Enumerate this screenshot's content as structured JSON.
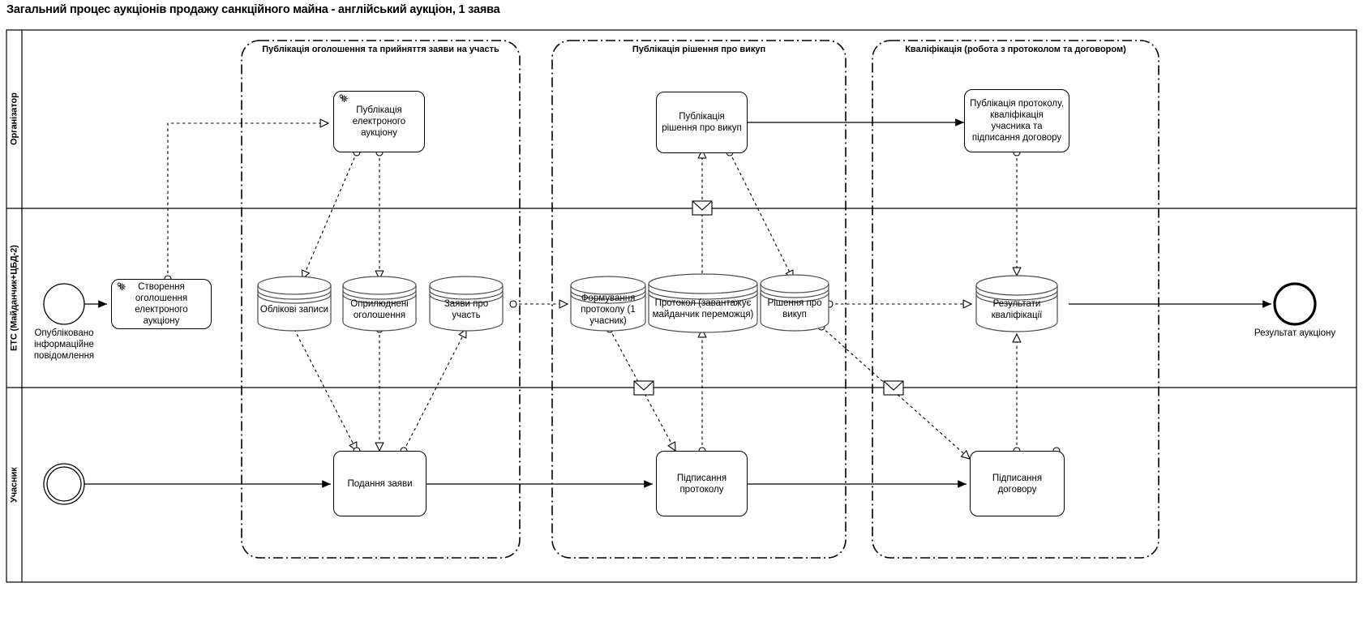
{
  "title": "Загальний процес аукціонів продажу санкційного майна - англійський аукціон, 1 заява",
  "lanes": [
    {
      "id": "organizer",
      "label": "Організатор"
    },
    {
      "id": "ets",
      "label": "ЕТС (Майданчик+ЦБД-2)"
    },
    {
      "id": "participant",
      "label": "Учасник"
    }
  ],
  "groups": [
    {
      "id": "g1",
      "title": "Публікація оголошення та прийняття заяви на участь"
    },
    {
      "id": "g2",
      "title": "Публікація рішення про викуп"
    },
    {
      "id": "g3",
      "title": "Кваліфікація (робота з протоколом та договором)"
    }
  ],
  "events": [
    {
      "id": "start-ets",
      "type": "start-event",
      "label": "Опубліковано інформаційне повідомлення"
    },
    {
      "id": "start-participant",
      "type": "intermediate-start-event",
      "label": ""
    },
    {
      "id": "end-auction",
      "type": "end-event",
      "label": "Результат аукціону"
    }
  ],
  "tasks": [
    {
      "id": "t-publish-auction",
      "lane": "organizer",
      "label": "Публікація електроного аукціону",
      "icon": "gear-icon"
    },
    {
      "id": "t-publish-decision",
      "lane": "organizer",
      "label": "Публікація рішення про викуп",
      "icon": ""
    },
    {
      "id": "t-publish-protocol",
      "lane": "organizer",
      "label": "Публікація протоколу, кваліфікація учасника та підписання договору",
      "icon": ""
    },
    {
      "id": "t-create-announcement",
      "lane": "ets",
      "label": "Створення оголошення електроного аукціону",
      "icon": "gear-icon"
    },
    {
      "id": "t-submit-application",
      "lane": "participant",
      "label": "Подання заяви",
      "icon": ""
    },
    {
      "id": "t-sign-protocol",
      "lane": "participant",
      "label": "Підписання протоколу",
      "icon": ""
    },
    {
      "id": "t-sign-contract",
      "lane": "participant",
      "label": "Підписання договору",
      "icon": ""
    }
  ],
  "data_stores": [
    {
      "id": "ds-accounts",
      "label": "Облікові записи"
    },
    {
      "id": "ds-published",
      "label": "Оприлюднені оголошення"
    },
    {
      "id": "ds-applications",
      "label": "Заяви про участь"
    },
    {
      "id": "ds-protocol-forming",
      "label": "Формування протоколу (1 учасник)"
    },
    {
      "id": "ds-protocol",
      "label": "Протокол (завантажує майданчик переможця)"
    },
    {
      "id": "ds-decision",
      "label": "Рішення про викуп"
    },
    {
      "id": "ds-qualification",
      "label": "Результати кваліфікації"
    }
  ],
  "icons": [
    {
      "id": "msg-1",
      "name": "envelope-icon"
    },
    {
      "id": "msg-2",
      "name": "envelope-icon"
    },
    {
      "id": "msg-3",
      "name": "envelope-icon"
    }
  ],
  "colors": {
    "stroke": "#000000",
    "store_stroke": "#4d4d4d",
    "background": "#ffffff"
  }
}
